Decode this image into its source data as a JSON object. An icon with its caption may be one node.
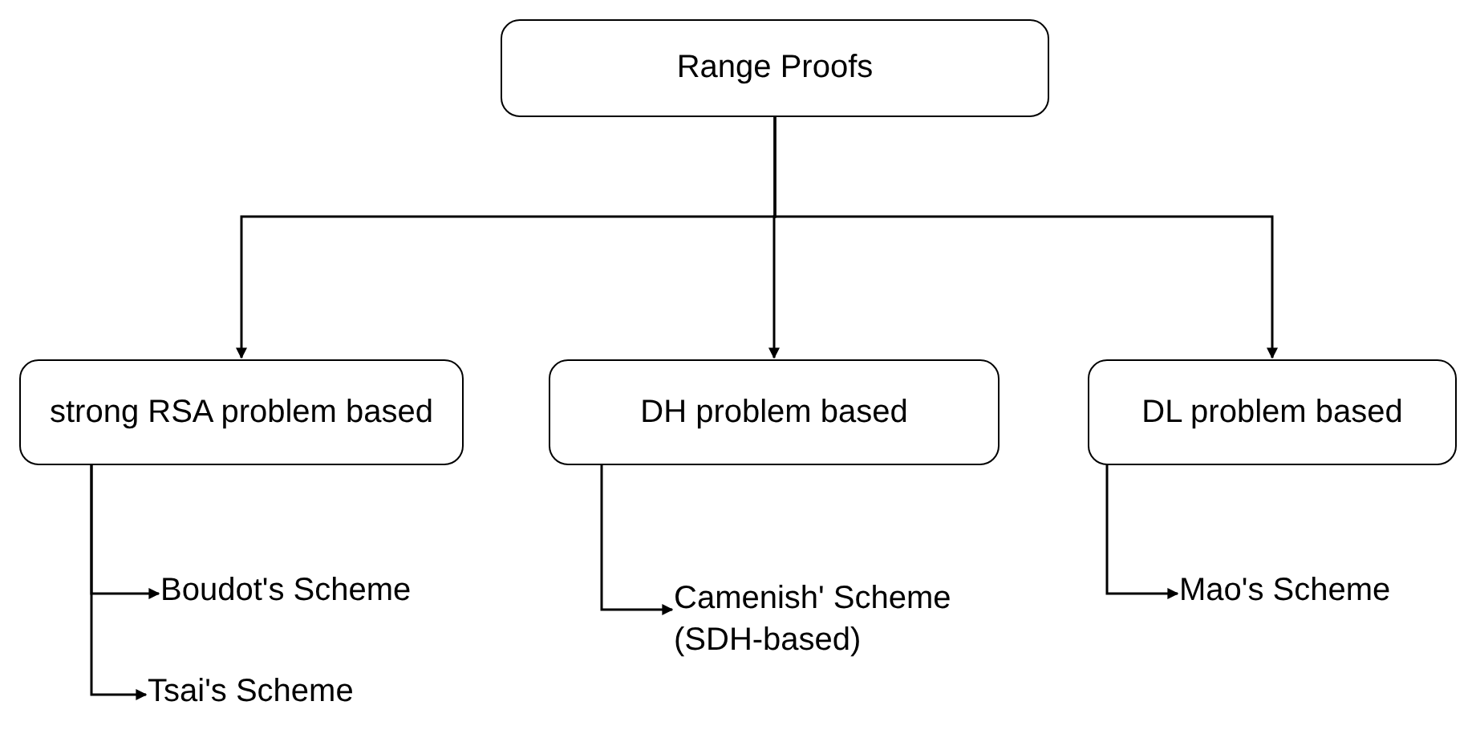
{
  "diagram": {
    "nodes": [
      {
        "text": [
          "Range Proofs"
        ]
      },
      {
        "text": [
          "strong RSA problem based"
        ]
      },
      {
        "text": [
          "DH problem based"
        ]
      },
      {
        "text": [
          "DL problem based"
        ]
      },
      {
        "text": [
          "Boudot's Scheme"
        ]
      },
      {
        "text": [
          "Tsai's Scheme"
        ]
      },
      {
        "text": [
          "Camenish' Scheme (SDH-based)"
        ]
      },
      {
        "text": [
          "Mao's Scheme"
        ]
      }
    ],
    "edges": [
      {
        "from": 0,
        "to": 1,
        "arrow": "to"
      },
      {
        "from": 0,
        "to": 2,
        "arrow": "to"
      },
      {
        "from": 0,
        "to": 3,
        "arrow": "to"
      },
      {
        "from": 1,
        "to": 4,
        "arrow": "to"
      },
      {
        "from": 1,
        "to": 5,
        "arrow": "to"
      },
      {
        "from": 2,
        "to": 6,
        "arrow": "to"
      },
      {
        "from": 3,
        "to": 7,
        "arrow": "to"
      }
    ]
  }
}
